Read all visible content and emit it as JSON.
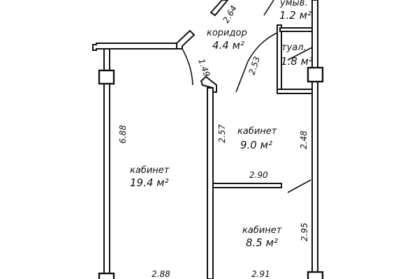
{
  "rooms": {
    "cabinet_large": {
      "name": "кабинет",
      "area": "19.4 м²"
    },
    "cabinet_mid": {
      "name": "кабинет",
      "area": "9.0 м²"
    },
    "cabinet_small": {
      "name": "кабинет",
      "area": "8.5 м²"
    },
    "corridor": {
      "name": "коридор",
      "area": "4.4 м²"
    },
    "washroom": {
      "name": "умыв.",
      "area": "1.2 м²"
    },
    "toilet": {
      "name": "туал.",
      "area": "1.8 м²"
    }
  },
  "dimensions": {
    "d_264": "2.64",
    "d_149": "1.49",
    "d_253": "2.53",
    "d_688": "6.88",
    "d_257": "2.57",
    "d_248": "2.48",
    "d_290": "2.90",
    "d_295": "2.95",
    "d_288": "2.88",
    "d_291": "2.91"
  }
}
